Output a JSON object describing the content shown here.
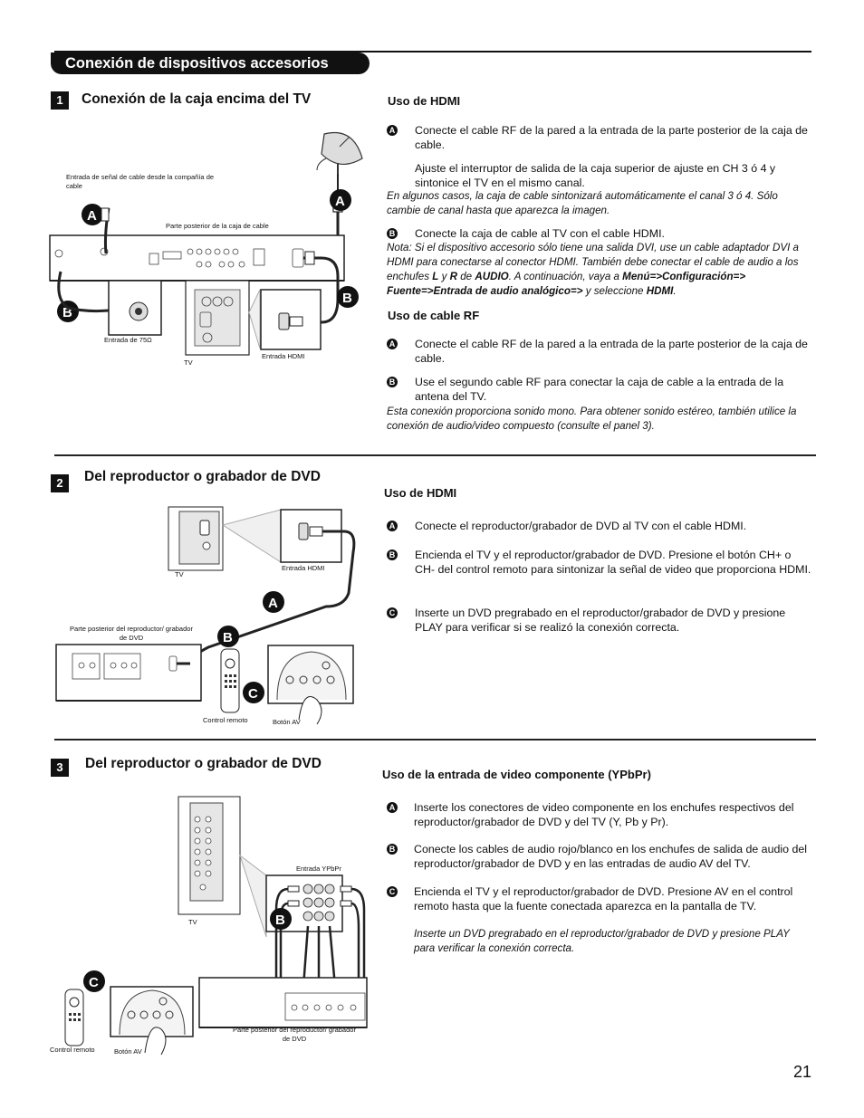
{
  "header": {
    "title": "Conexión de dispositivos accesorios"
  },
  "sections": [
    {
      "num": "1",
      "title": "Conexión de la caja encima del TV"
    },
    {
      "num": "2",
      "title": "Del reproductor o grabador de DVD"
    },
    {
      "num": "3",
      "title": "Del reproductor o grabador de DVD"
    }
  ],
  "s1": {
    "hdmi": {
      "heading": "Uso de HDMI",
      "a_letter": "A",
      "a1": "Conecte el cable RF de la pared a la entrada de la parte posterior de la caja de cable.",
      "a2": "Ajuste el interruptor de salida de la caja superior de ajuste en CH 3 ó 4 y sintonice el TV en el mismo canal.",
      "note1": "En algunos casos, la caja de cable sintonizará automáticamente el canal 3 ó 4. Sólo cambie de canal hasta que aparezca la imagen.",
      "b_letter": "B",
      "b": "Conecte la caja de cable al TV con el cable HDMI.",
      "note2_a": "Nota: Si el dispositivo accesorio sólo tiene una salida DVI, use un cable adaptador DVI a HDMI para conectarse al conector HDMI. También debe conectar el cable de audio a los enchufes ",
      "note2_L": "L",
      "note2_y": " y ",
      "note2_R": "R",
      "note2_de": " de ",
      "note2_audio": "AUDIO",
      "note2_b": ". A continuación, vaya a ",
      "note2_menu": "Menú=>Configuración=> Fuente=>Entrada de audio analógico=>",
      "note2_c": " y seleccione ",
      "note2_hdmi": "HDMI",
      "note2_end": "."
    },
    "rf": {
      "heading": "Uso de cable RF",
      "a_letter": "A",
      "a": "Conecte el cable RF de la pared a la entrada de la parte posterior de la caja de cable.",
      "b_letter": "B",
      "b": "Use el segundo cable RF para conectar la caja de cable a la entrada de la antena del TV.",
      "note": "Esta conexión proporciona sonido mono. Para obtener sonido estéreo, también utilice la conexión de audio/video compuesto (consulte el panel 3)."
    },
    "fig": {
      "cap_signal": "Entrada de señal de cable desde la compañía de cable",
      "cap_box": "Parte posterior de la caja de cable",
      "cap_75": "Entrada de 75Ω",
      "cap_tv": "TV",
      "cap_hdmi": "Entrada HDMI",
      "letter_a": "A",
      "letter_b": "B"
    }
  },
  "s2": {
    "heading": "Uso de HDMI",
    "a_letter": "A",
    "a": "Conecte el reproductor/grabador de DVD al TV con el cable HDMI.",
    "b_letter": "B",
    "b": "Encienda el TV y el reproductor/grabador de DVD. Presione el botón CH+ o CH- del control remoto para sintonizar la señal de video que proporciona HDMI.",
    "c_letter": "C",
    "c": "Inserte un DVD pregrabado en el reproductor/grabador de DVD y presione PLAY para verificar si se realizó la conexión correcta.",
    "fig": {
      "cap_tv": "TV",
      "cap_hdmi": "Entrada HDMI",
      "cap_dvd": "Parte posterior del reproductor/ grabador de DVD",
      "cap_remote": "Control remoto",
      "cap_av": "Botón AV",
      "letter_a": "A",
      "letter_b": "B",
      "letter_c": "C"
    }
  },
  "s3": {
    "heading": "Uso de la entrada de video componente (YPbPr)",
    "a_letter": "A",
    "a": "Inserte los conectores de video componente en los enchufes respectivos del reproductor/grabador de DVD y del TV (Y, Pb y Pr).",
    "b_letter": "B",
    "b": "Conecte los cables de audio rojo/blanco en los enchufes de salida de audio del reproductor/grabador de DVD y en las entradas de audio AV del TV.",
    "c_letter": "C",
    "c": "Encienda el TV y el reproductor/grabador de DVD. Presione AV en el control remoto hasta que la fuente conectada aparezca en la pantalla de TV.",
    "note": "Inserte un DVD pregrabado en el reproductor/grabador de DVD y presione PLAY para verificar la conexión correcta.",
    "fig": {
      "cap_ypbpr": "Entrada YPbPr",
      "cap_tv": "TV",
      "cap_remote": "Control remoto",
      "cap_av": "Botón AV",
      "cap_dvd": "Parte posterior del reproductor/ grabador de DVD",
      "letter_b": "B",
      "letter_c": "C"
    }
  },
  "page_number": "21"
}
